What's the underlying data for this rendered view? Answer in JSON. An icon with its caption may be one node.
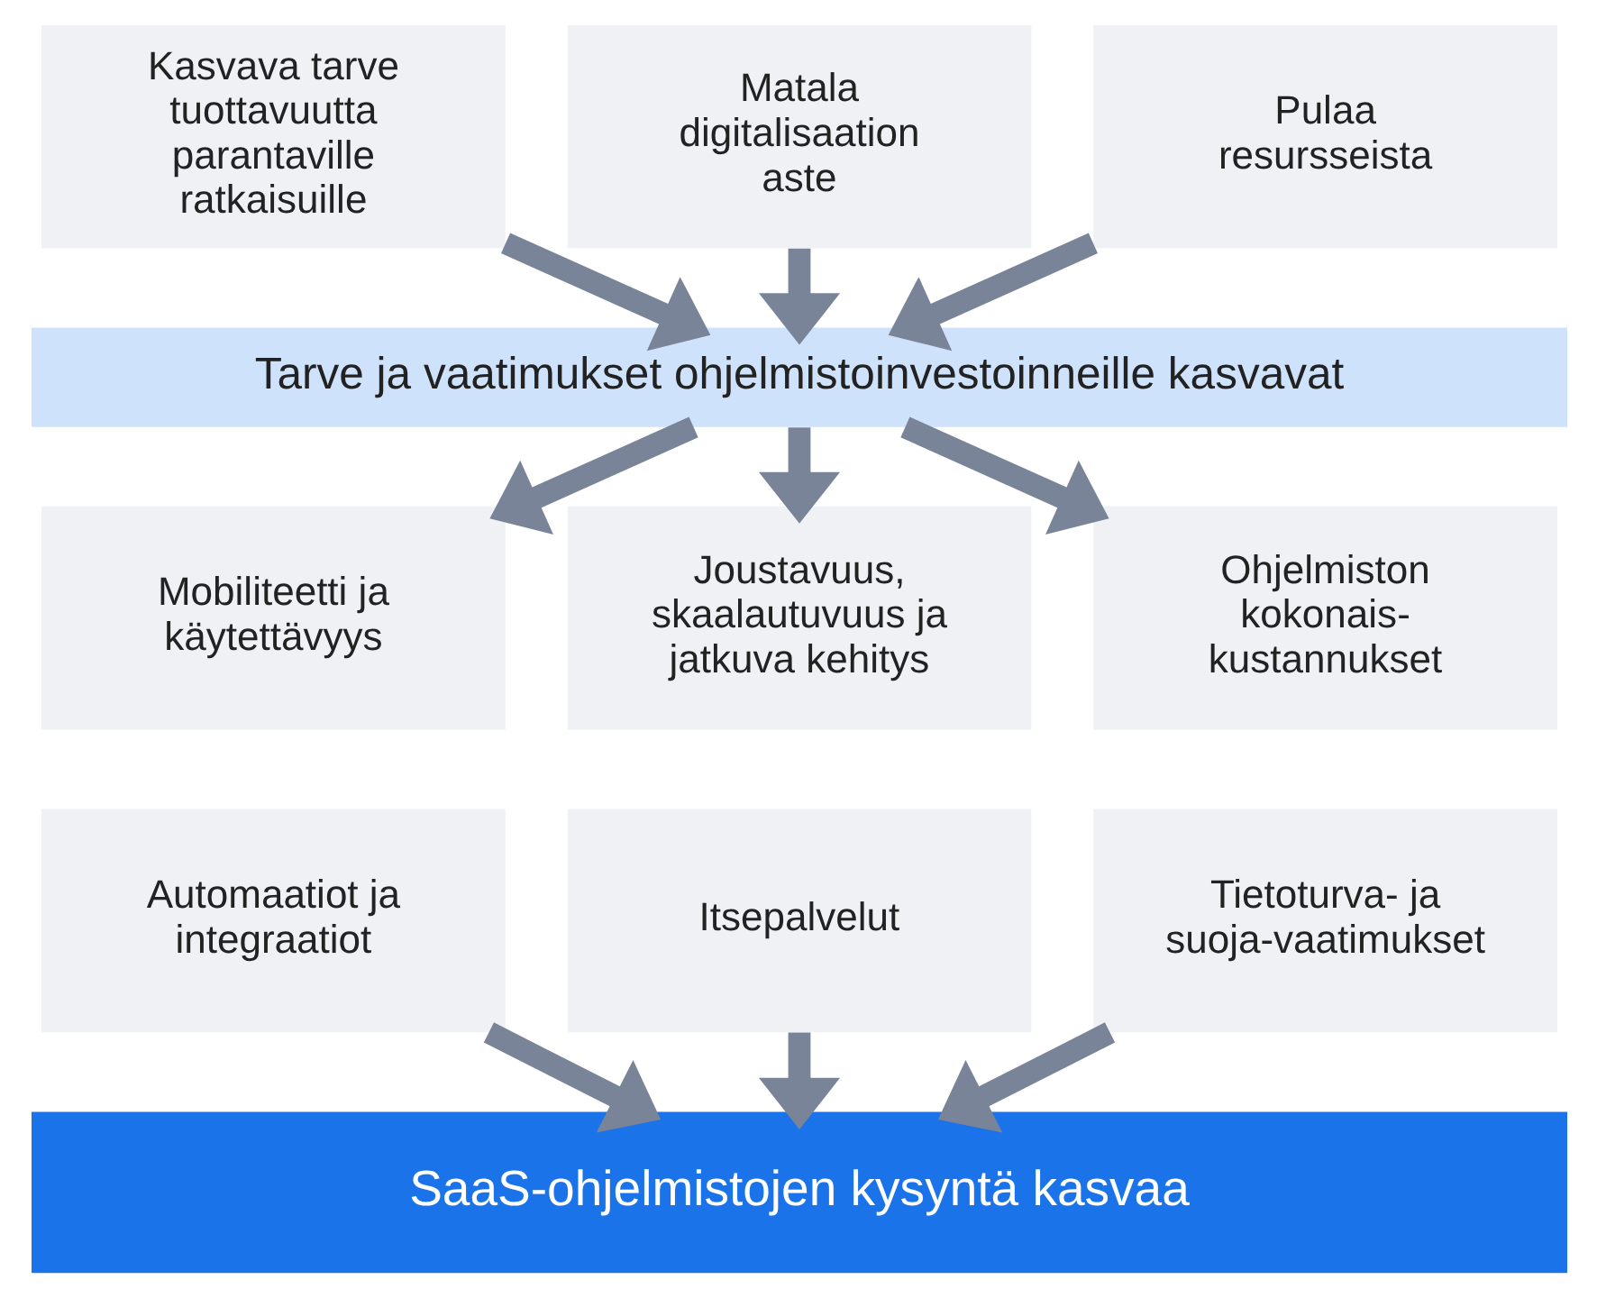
{
  "diagram": {
    "nodes": [
      {
        "text": [
          "Kasvava tarve tuottavuutta parantaville ratkaisuille"
        ]
      },
      {
        "text": [
          "Matala digitalisaation aste"
        ]
      },
      {
        "text": [
          "Pulaa resursseista"
        ]
      },
      {
        "text": [
          "Tarve ja vaatimukset ohjelmistoinvestoinneille kasvavat"
        ]
      },
      {
        "text": [
          "Mobiliteetti ja käytettävyys"
        ]
      },
      {
        "text": [
          "Joustavuus, skaalautuvuus ja jatkuva kehitys"
        ]
      },
      {
        "text": [
          "Ohjelmiston kokonais-kustannukset"
        ]
      },
      {
        "text": [
          "Automaatiot ja integraatiot"
        ]
      },
      {
        "text": [
          "Itsepalvelut"
        ]
      },
      {
        "text": [
          "Tietoturva- ja suoja-vaatimukset"
        ]
      },
      {
        "text": [
          "SaaS-ohjelmistojen kysyntä kasvaa"
        ]
      }
    ],
    "edges": [
      {
        "from": 0,
        "to": 3,
        "arrow": "to"
      },
      {
        "from": 1,
        "to": 3,
        "arrow": "to"
      },
      {
        "from": 2,
        "to": 3,
        "arrow": "to"
      },
      {
        "from": 3,
        "to": 4,
        "arrow": "to"
      },
      {
        "from": 3,
        "to": 5,
        "arrow": "to"
      },
      {
        "from": 3,
        "to": 6,
        "arrow": "to"
      },
      {
        "from": 7,
        "to": 10,
        "arrow": "to"
      },
      {
        "from": 8,
        "to": 10,
        "arrow": "to"
      },
      {
        "from": 9,
        "to": 10,
        "arrow": "to"
      }
    ]
  }
}
